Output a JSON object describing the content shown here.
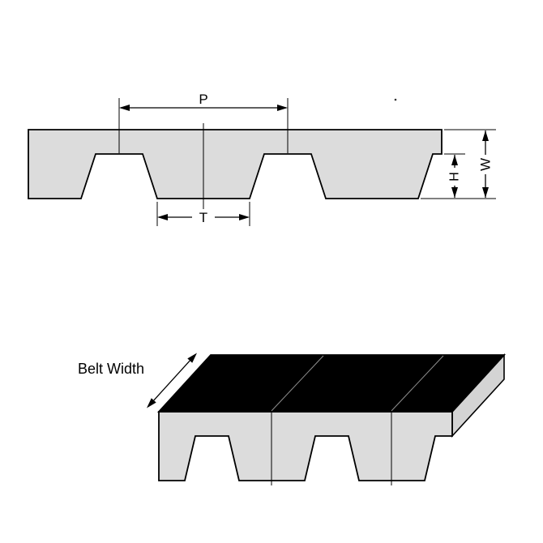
{
  "colors": {
    "outline": "#000000",
    "belt_fill": "#dcdcdc",
    "end_face": "#d4d4d4",
    "top_face": "#000000",
    "background": "#ffffff"
  },
  "cross_section": {
    "pitch_label": "P",
    "tooth_width_label": "T",
    "tooth_height_label": "H",
    "belt_thickness_label": "W"
  },
  "isometric_view": {
    "belt_width_label": "Belt Width"
  }
}
